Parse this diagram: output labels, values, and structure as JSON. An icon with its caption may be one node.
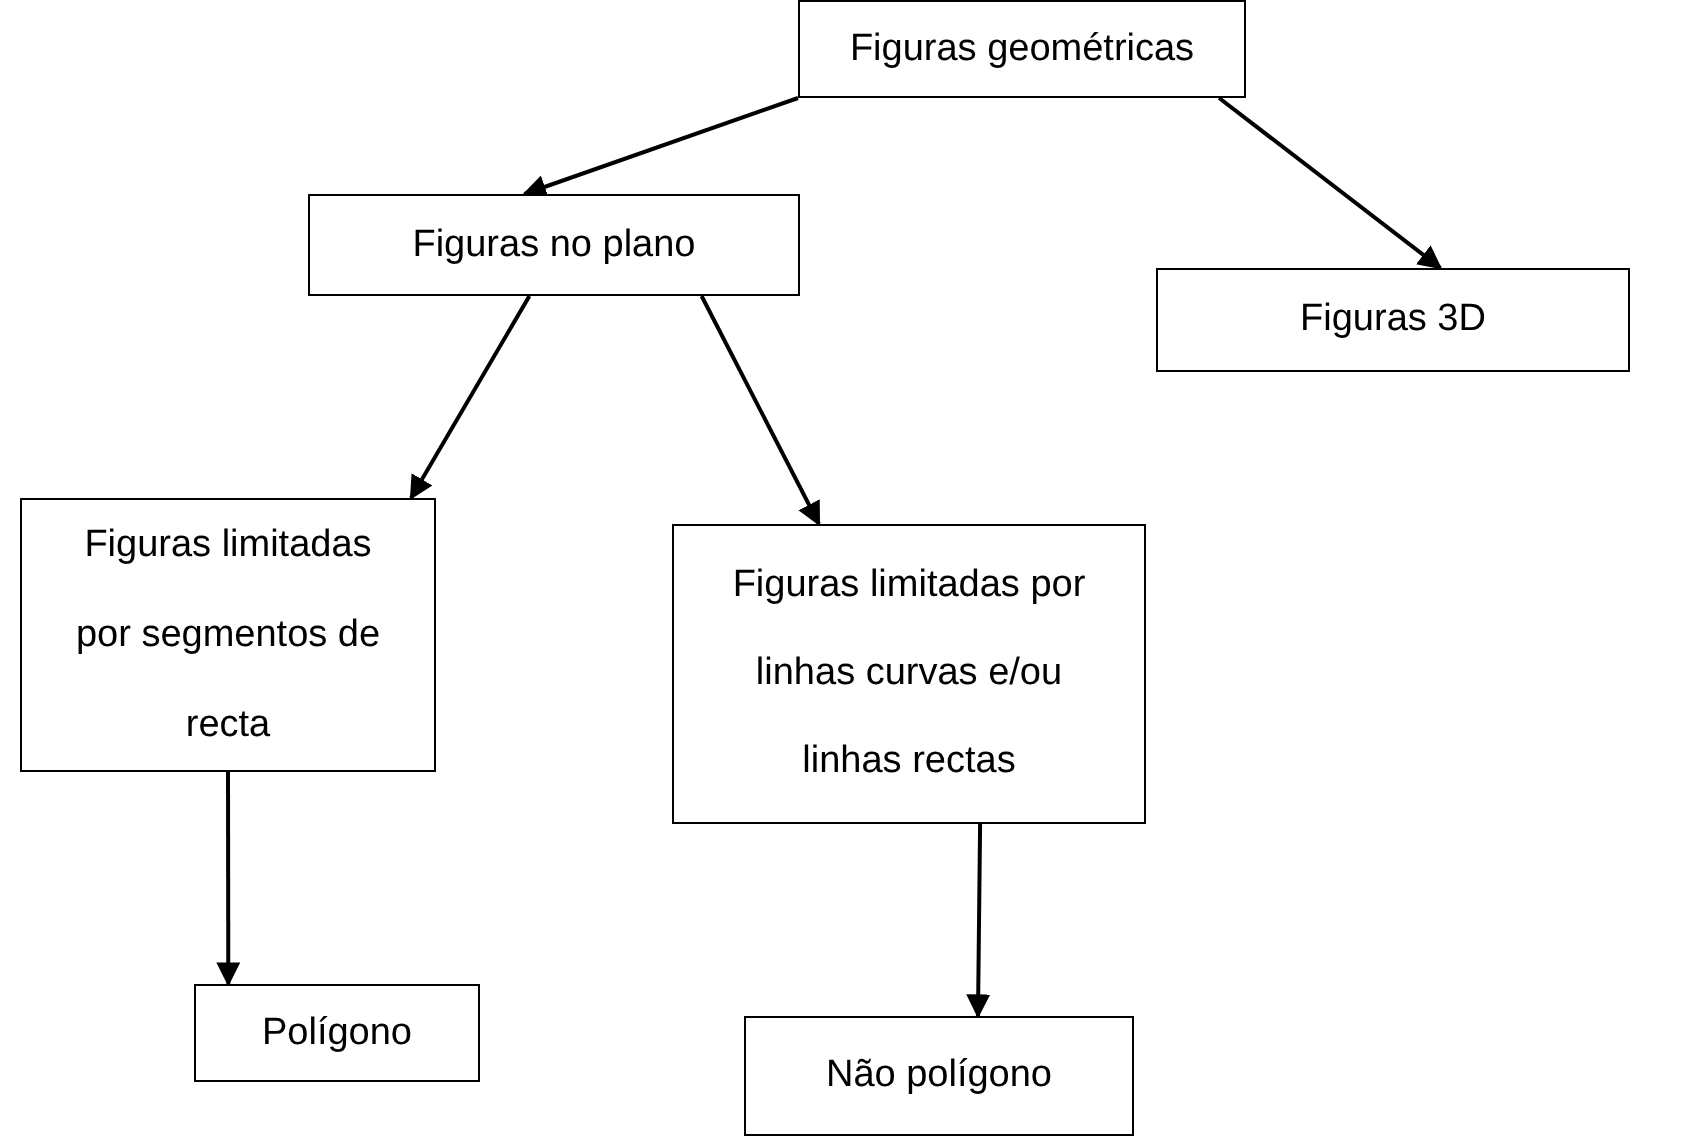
{
  "diagram": {
    "nodes": [
      {
        "text": [
          "Figuras geométricas"
        ]
      },
      {
        "text": [
          "Figuras no plano"
        ]
      },
      {
        "text": [
          "Figuras 3D"
        ]
      },
      {
        "text": [
          "Figuras limitadas por segmentos de recta"
        ]
      },
      {
        "text": [
          "Figuras limitadas por linhas curvas e/ou linhas rectas"
        ]
      },
      {
        "text": [
          "Polígono"
        ]
      },
      {
        "text": [
          "Não polígono"
        ]
      }
    ],
    "edges": [
      {
        "from": 0,
        "to": 1,
        "arrow": "to"
      },
      {
        "from": 0,
        "to": 2,
        "arrow": "to"
      },
      {
        "from": 1,
        "to": 3,
        "arrow": "to"
      },
      {
        "from": 1,
        "to": 4,
        "arrow": "to"
      },
      {
        "from": 3,
        "to": 5,
        "arrow": "to"
      },
      {
        "from": 4,
        "to": 6,
        "arrow": "to"
      }
    ]
  }
}
